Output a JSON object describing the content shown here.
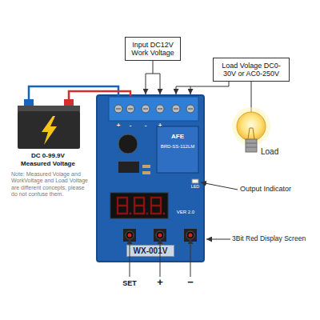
{
  "diagram": {
    "nodes": [
      {
        "text": [
          "Input DC12V Work Voltage"
        ]
      },
      {
        "text": [
          "Load Volage DC0-30V or AC0-250V"
        ]
      },
      {
        "text": [
          "WX-001V"
        ]
      }
    ],
    "edges": [
      {
        "from": 0,
        "to": 2,
        "arrow": "to"
      },
      {
        "from": 1,
        "to": 2,
        "arrow": "to"
      }
    ],
    "labels": [
      "Load",
      "DC 0-99.9V Measured Voltage",
      "Note: Measured Volage and WorkVoltage and Load Voltage are different concepts, please do not confuse them.",
      "Output Indicator",
      "3Bit Red Display Screen",
      "SET",
      "+",
      "−",
      "+",
      "-",
      "-",
      "+",
      "AFE",
      "BRD-SS-112LM",
      "LED",
      "VER 2.0"
    ]
  }
}
